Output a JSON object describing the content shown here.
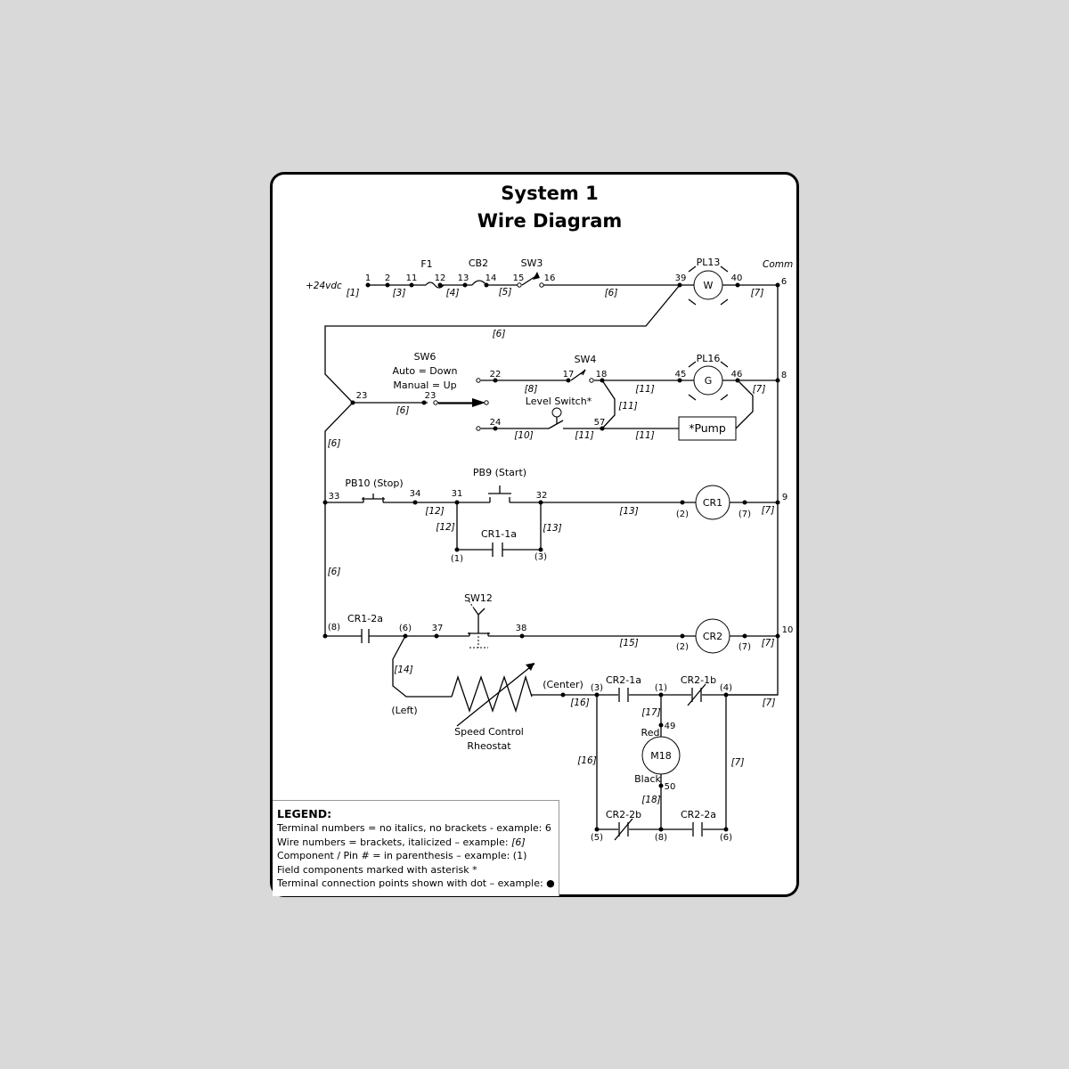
{
  "title": {
    "line1": "System 1",
    "line2": "Wire Diagram"
  },
  "supply": {
    "positive": "+24vdc",
    "common": "Comm"
  },
  "components": {
    "F1": "F1",
    "CB2": "CB2",
    "SW3": "SW3",
    "PL13": "PL13",
    "PL13_letter": "W",
    "SW6": "SW6",
    "SW6_auto": "Auto = Down",
    "SW6_manual": "Manual = Up",
    "SW4": "SW4",
    "PL16": "PL16",
    "PL16_letter": "G",
    "level_switch": "Level Switch*",
    "pump": "*Pump",
    "PB10": "PB10 (Stop)",
    "PB9": "PB9 (Start)",
    "CR1": "CR1",
    "CR1_1a": "CR1-1a",
    "SW12": "SW12",
    "CR1_2a": "CR1-2a",
    "CR2": "CR2",
    "rheostat_l1": "Speed Control",
    "rheostat_l2": "Rheostat",
    "left": "(Left)",
    "center": "(Center)",
    "CR2_1a": "CR2-1a",
    "CR2_1b": "CR2-1b",
    "M18": "M18",
    "red": "Red",
    "black": "Black",
    "CR2_2b": "CR2-2b",
    "CR2_2a": "CR2-2a"
  },
  "terminals": {
    "t1": "1",
    "t2": "2",
    "t11": "11",
    "t12": "12",
    "t13": "13",
    "t14": "14",
    "t15": "15",
    "t16": "16",
    "t39": "39",
    "t40": "40",
    "t6": "6",
    "t22": "22",
    "t17": "17",
    "t18": "18",
    "t45": "45",
    "t46": "46",
    "t8": "8",
    "t23a": "23",
    "t23b": "23",
    "t24": "24",
    "t57": "57",
    "t33": "33",
    "t34": "34",
    "t31": "31",
    "t32": "32",
    "t9": "9",
    "t37": "37",
    "t38": "38",
    "t10": "10",
    "t49": "49",
    "t50": "50"
  },
  "pins": {
    "cr1_2": "(2)",
    "cr1_7": "(7)",
    "cr11a_1": "(1)",
    "cr11a_3": "(3)",
    "cr12a_8": "(8)",
    "cr12a_6": "(6)",
    "cr2_2": "(2)",
    "cr2_7": "(7)",
    "cr21a_3": "(3)",
    "cr21a_1": "(1)",
    "cr21b_4": "(4)",
    "cr22b_5": "(5)",
    "cr22_8": "(8)",
    "cr22a_6": "(6)"
  },
  "wires": {
    "w1": "[1]",
    "w3": "[3]",
    "w4": "[4]",
    "w5": "[5]",
    "w6a": "[6]",
    "w7a": "[7]",
    "w6b": "[6]",
    "w8": "[8]",
    "w11a": "[11]",
    "w7b": "[7]",
    "w6c": "[6]",
    "w11b": "[11]",
    "w10": "[10]",
    "w11c": "[11]",
    "w11d": "[11]",
    "w6d": "[6]",
    "w12a": "[12]",
    "w13a": "[13]",
    "w7c": "[7]",
    "w12b": "[12]",
    "w13b": "[13]",
    "w6e": "[6]",
    "w15": "[15]",
    "w7d": "[7]",
    "w14": "[14]",
    "w16a": "[16]",
    "w17": "[17]",
    "w7e": "[7]",
    "w16b": "[16]",
    "w7f": "[7]",
    "w18": "[18]"
  },
  "legend": {
    "title": "LEGEND:",
    "line1": "Terminal numbers = no italics, no brackets - example: 6",
    "line2_text": "Wire numbers = brackets, italicized – example: ",
    "line2_example": "[6]",
    "line3": "Component / Pin # = in parenthesis  – example: (1)",
    "line4": "Field components marked with asterisk *",
    "line5": "Terminal connection points shown with dot – example: ●"
  }
}
